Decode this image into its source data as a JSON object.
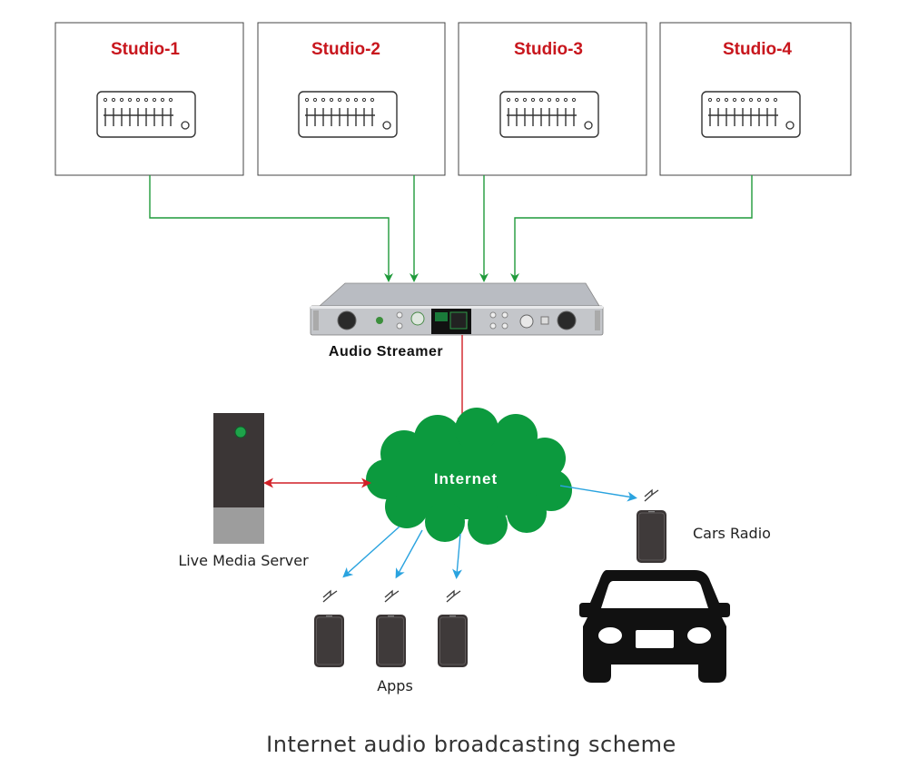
{
  "studios": [
    {
      "name": "Studio-1"
    },
    {
      "name": "Studio-2"
    },
    {
      "name": "Studio-3"
    },
    {
      "name": "Studio-4"
    }
  ],
  "streamer": {
    "label": "Audio Streamer"
  },
  "cloud": {
    "label": "Internet"
  },
  "server": {
    "label": "Live Media Server"
  },
  "apps": {
    "label": "Apps"
  },
  "car": {
    "label": "Cars Radio"
  },
  "caption": "Internet audio broadcasting scheme",
  "colors": {
    "studio_title": "#c8161d",
    "studio_link": "#1f9a3a",
    "stream_link": "#d11f26",
    "client_link": "#2aa3df",
    "cloud": "#0c9a3e"
  },
  "icons": [
    "mixer-icon",
    "audio-streamer-device",
    "internet-cloud",
    "media-server-icon",
    "smartphone-icon",
    "wireless-signal-icon",
    "car-icon"
  ]
}
